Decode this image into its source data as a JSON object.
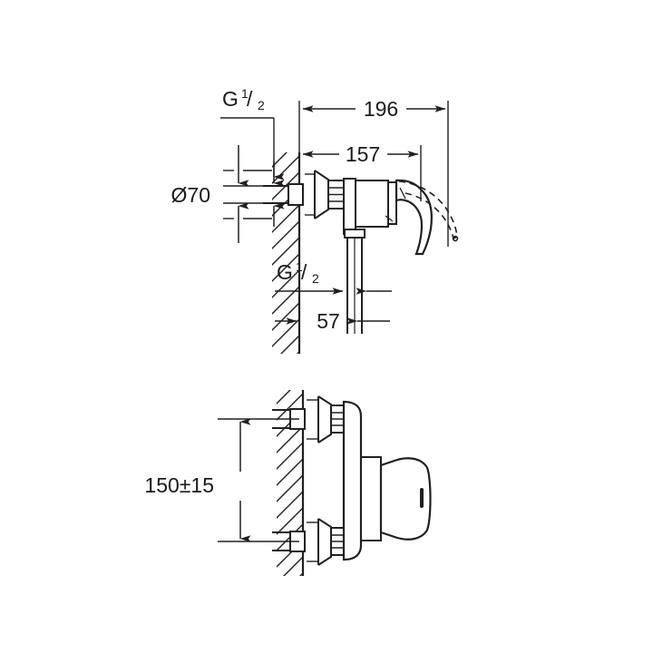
{
  "document": {
    "type": "technical-dimension-drawing",
    "subject": "Wall-mounted single-lever shower mixer",
    "background_color": "#ffffff",
    "line_color": "#231f20",
    "text_color": "#1a1a1a"
  },
  "views": [
    {
      "name": "side-elevation-view",
      "label": "Side elevation with projection dimensions"
    },
    {
      "name": "front-plan-view",
      "label": "Front view with inlet centre distance"
    }
  ],
  "dimensions": {
    "overall_projection": {
      "value": "196",
      "name": "dimension-196"
    },
    "body_projection": {
      "value": "157",
      "name": "dimension-157"
    },
    "flange_diameter": {
      "value": "Ø70",
      "name": "dimension-diameter-70"
    },
    "outlet_offset": {
      "value": "57",
      "name": "dimension-57"
    },
    "inlet_centres": {
      "value": "150±15",
      "name": "dimension-150-plusminus-15"
    },
    "inlet_thread_top": {
      "prefix": "G",
      "numerator": "1",
      "separator": "/",
      "denominator": "2",
      "name": "thread-callout-g-half-top"
    },
    "outlet_thread_bottom": {
      "prefix": "G",
      "numerator": "1",
      "separator": "/",
      "denominator": "2",
      "name": "thread-callout-g-half-bottom"
    }
  },
  "annotations": {
    "lever_swing_arc": "dashed lever travel arc",
    "wall_section": "hatched wall section"
  }
}
